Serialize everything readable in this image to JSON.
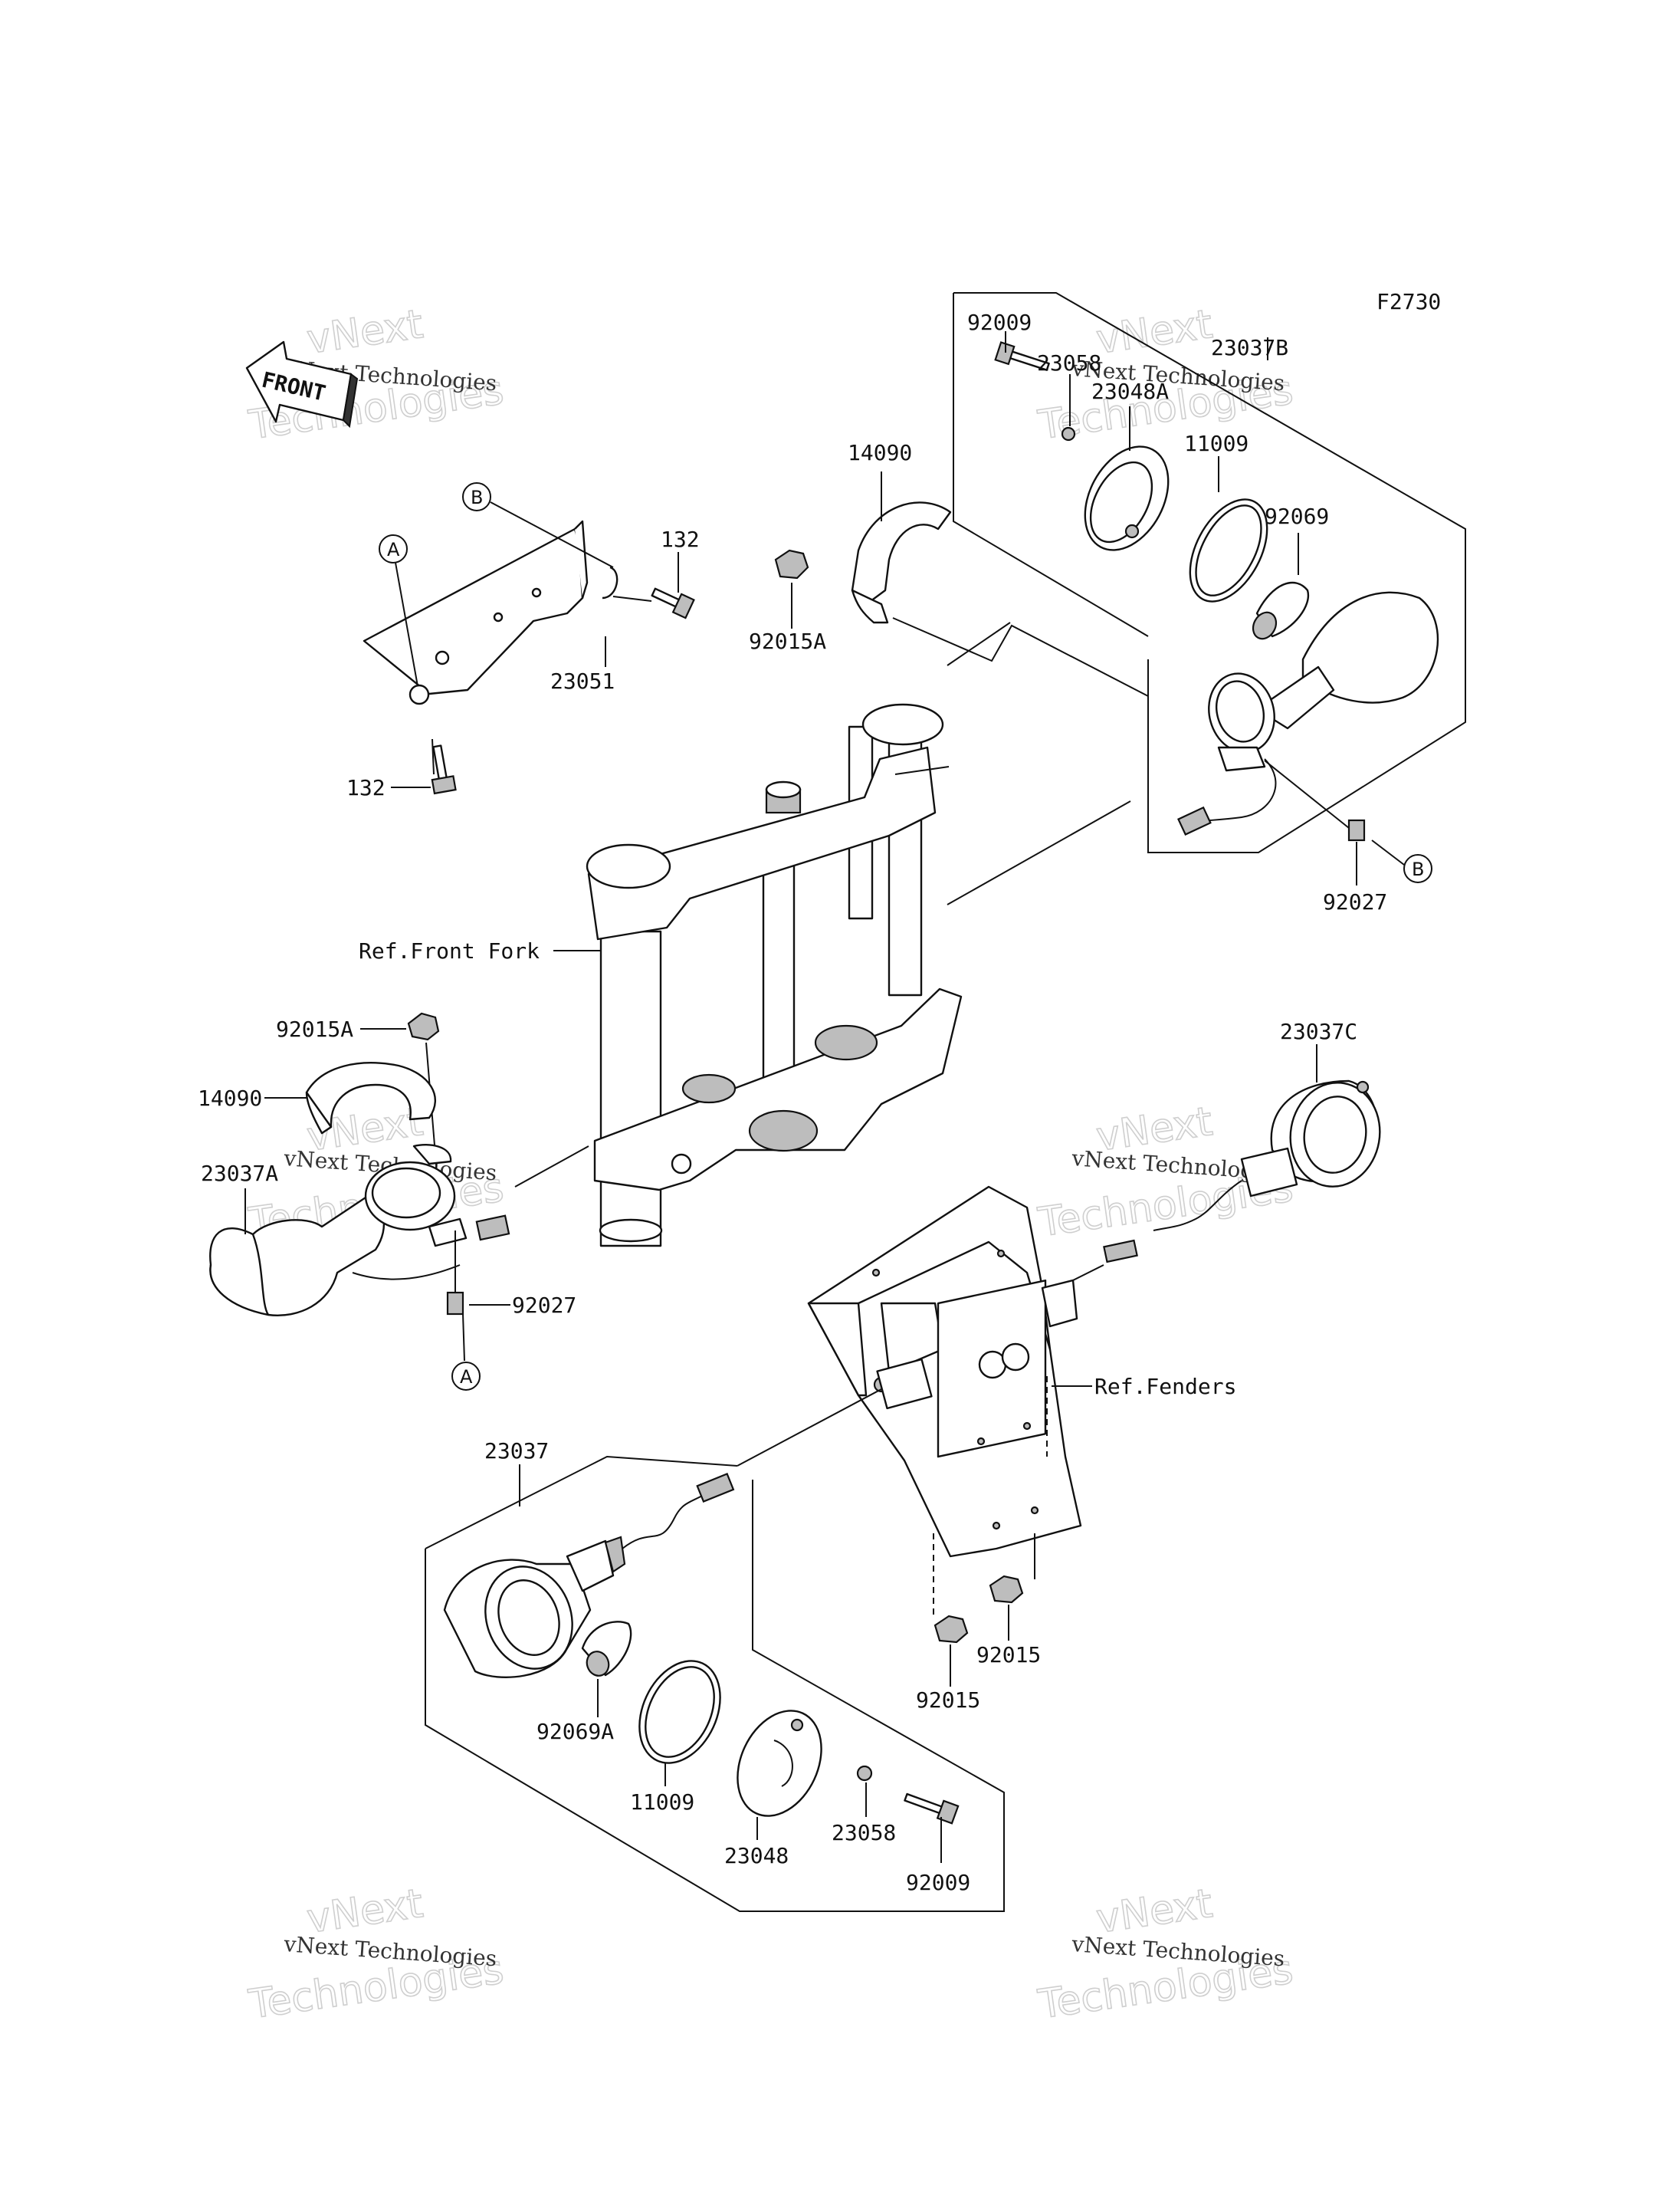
{
  "diagram_code": "F2730",
  "front_arrow": "FRONT",
  "markers": {
    "a": "A",
    "b": "B"
  },
  "refs": {
    "front_fork": "Ref.Front Fork",
    "fenders": "Ref.Fenders"
  },
  "parts": {
    "p92009_top": "92009",
    "p23037B": "23037B",
    "p23058_top": "23058",
    "p23048A": "23048A",
    "p11009_top": "11009",
    "p92069": "92069",
    "p14090_top": "14090",
    "p92015A_top": "92015A",
    "p132_top": "132",
    "p23051": "23051",
    "p132_bottom": "132",
    "p92027_right": "92027",
    "p92015A_left": "92015A",
    "p14090_left": "14090",
    "p23037A": "23037A",
    "p92027_left": "92027",
    "p23037C": "23037C",
    "p23037": "23037",
    "p92069A": "92069A",
    "p11009_bottom": "11009",
    "p23048": "23048",
    "p23058_bottom": "23058",
    "p92009_bottom": "92009",
    "p92015_a": "92015",
    "p92015_b": "92015"
  },
  "watermark": {
    "line1": "vNext Technologies",
    "line2": "Technologies"
  }
}
